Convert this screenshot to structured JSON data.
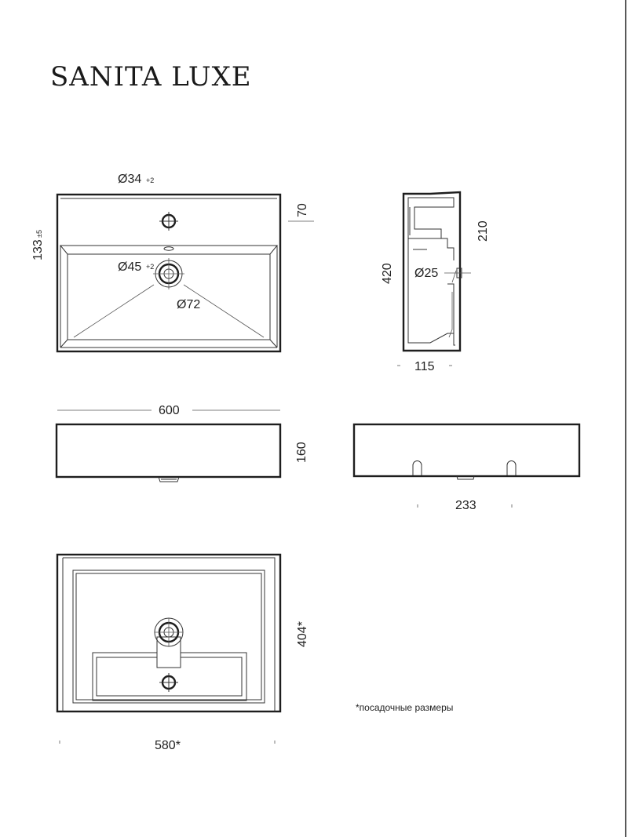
{
  "brand": "SANITA LUXE",
  "top_view": {
    "dim_tap_hole": "Ø34",
    "dim_tap_hole_tol": "+2",
    "dim_depth_back": "70",
    "dim_height_left": "133",
    "dim_height_left_tol": "±5",
    "dim_drain": "Ø45",
    "dim_drain_tol": "+2",
    "dim_drain_outer": "Ø72"
  },
  "side_view": {
    "dim_depth": "420",
    "dim_overflow": "210",
    "dim_overflow_hole": "Ø25",
    "dim_offset": "115"
  },
  "front_view": {
    "dim_width": "600",
    "dim_height": "160"
  },
  "rear_view": {
    "dim_mount": "233"
  },
  "bottom_view": {
    "dim_fit_depth": "404*",
    "dim_fit_width": "580*",
    "footnote": "*посадочные размеры"
  }
}
